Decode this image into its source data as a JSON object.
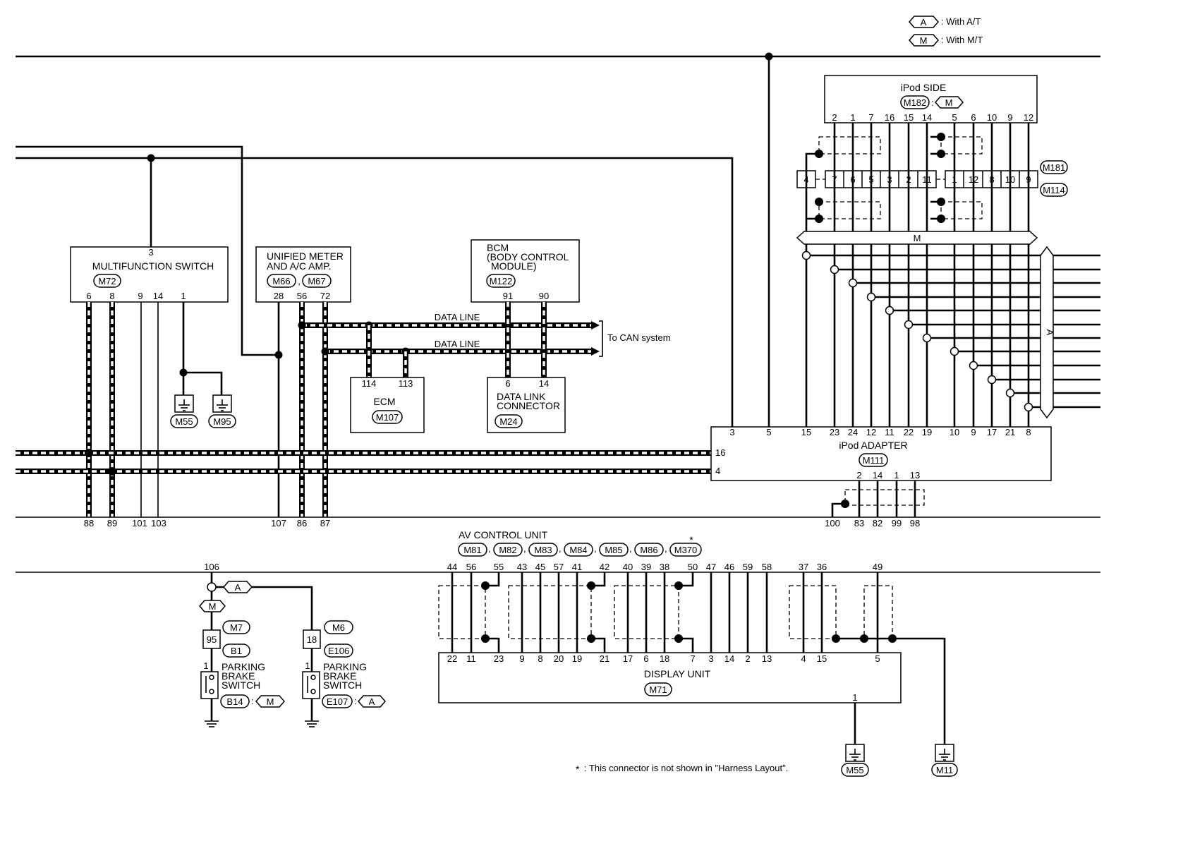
{
  "legend": {
    "a_symbol": "A",
    "a_text": ": With A/T",
    "m_symbol": "M",
    "m_text": ": With M/T"
  },
  "components": {
    "multifunction_switch": {
      "name": "MULTIFUNCTION SWITCH",
      "connector": "M72",
      "top_pin": "3",
      "pins": [
        "6",
        "8",
        "9",
        "14",
        "1"
      ]
    },
    "unified_meter": {
      "name_line1": "UNIFIED METER",
      "name_line2": "AND A/C AMP.",
      "connector1": "M66",
      "connector2": "M67",
      "pins": [
        "28",
        "56",
        "72"
      ]
    },
    "bcm": {
      "name_line1": "BCM",
      "name_line2": "(BODY CONTROL",
      "name_line3": "MODULE)",
      "connector": "M122",
      "pins": [
        "91",
        "90"
      ]
    },
    "ecm": {
      "name": "ECM",
      "connector": "M107",
      "pins": [
        "114",
        "113"
      ]
    },
    "data_link": {
      "name_line1": "DATA LINK",
      "name_line2": "CONNECTOR",
      "connector": "M24",
      "pins": [
        "6",
        "14"
      ]
    },
    "ipod_side": {
      "name": "iPod SIDE",
      "connector": "M182",
      "variant": "M",
      "pins": [
        "2",
        "1",
        "7",
        "16",
        "15",
        "14",
        "5",
        "6",
        "10",
        "9",
        "12"
      ]
    },
    "inline_connector": {
      "conn1": "M181",
      "conn2": "M114",
      "left_pin": "4",
      "pins": [
        "7",
        "6",
        "5",
        "3",
        "2",
        "11",
        "1",
        "12",
        "8",
        "10",
        "9"
      ]
    },
    "ipod_adapter": {
      "name": "iPod ADAPTER",
      "connector": "M111",
      "top_pins": [
        "3",
        "5",
        "15",
        "23",
        "24",
        "12",
        "11",
        "22",
        "19",
        "10",
        "9",
        "17",
        "21",
        "8"
      ],
      "side_pins": [
        "16",
        "4"
      ],
      "bottom_pins": [
        "2",
        "14",
        "1",
        "13"
      ]
    },
    "av_control_unit": {
      "name": "AV CONTROL UNIT",
      "connectors": [
        "M81",
        "M82",
        "M83",
        "M84",
        "M85",
        "M86",
        "M370"
      ],
      "asterisk": "*",
      "top_pins": [
        "44",
        "56",
        "55",
        "43",
        "45",
        "57",
        "41",
        "42",
        "40",
        "39",
        "38",
        "50",
        "47",
        "46",
        "59",
        "58",
        "37",
        "36",
        "49"
      ]
    },
    "display_unit": {
      "name": "DISPLAY UNIT",
      "connector": "M71",
      "pins": [
        "22",
        "11",
        "23",
        "9",
        "8",
        "20",
        "19",
        "21",
        "17",
        "6",
        "18",
        "7",
        "3",
        "14",
        "2",
        "13",
        "4",
        "15",
        "5"
      ],
      "ground_pin": "1"
    },
    "parking_brake_mt": {
      "line1": "PARKING",
      "line2": "BRAKE",
      "line3": "SWITCH",
      "connector": "B14",
      "variant": "M",
      "pin": "1",
      "joint_pin": "95",
      "joint_conn1": "M7",
      "joint_conn2": "B1"
    },
    "parking_brake_at": {
      "line1": "PARKING",
      "line2": "BRAKE",
      "line3": "SWITCH",
      "connector": "E107",
      "variant": "A",
      "pin": "1",
      "joint_pin": "18",
      "joint_conn1": "M6",
      "joint_conn2": "E106"
    }
  },
  "grounds": [
    "M55",
    "M95",
    "M55",
    "M11"
  ],
  "data_line_labels": [
    "DATA LINE",
    "DATA LINE"
  ],
  "can_label": "To CAN system",
  "harness_pins_upper": [
    "88",
    "89",
    "101",
    "103",
    "107",
    "86",
    "87",
    "100",
    "83",
    "82",
    "99",
    "98"
  ],
  "harness_pin_lower": "106",
  "section_labels": {
    "m_bar": "M",
    "a_bar": "A"
  },
  "footnote": {
    "star": "*",
    "text": ": This connector is not shown in \"Harness Layout\"."
  },
  "colors": {
    "line": "#000000",
    "background": "#ffffff"
  }
}
